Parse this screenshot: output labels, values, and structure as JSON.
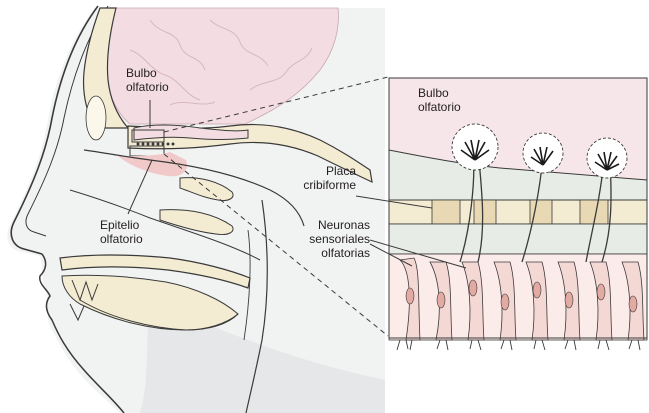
{
  "labels": {
    "bulbo_left_1": "Bulbo",
    "bulbo_left_2": "olfatorio",
    "epitelio_1": "Epitelio",
    "epitelio_2": "olfatorio",
    "bulbo_right_1": "Bulbo",
    "bulbo_right_2": "olfatorio",
    "placa_1": "Placa",
    "placa_2": "cribiforme",
    "neuronas_1": "Neuronas",
    "neuronas_2": "sensoriales",
    "neuronas_3": "olfatorias"
  },
  "colors": {
    "outline": "#3a3a3a",
    "brain": "#f3dde2",
    "bone": "#f4ecd2",
    "mucosa": "#f0c9c8",
    "cell": "#f4d8d4",
    "cell_nucleus": "#e3a9a3",
    "bulb_tissue": "#e7ece7",
    "cribriform_pad": "#e8d9b4",
    "glomerulus": "#1a1a1a",
    "skin": "#f1f2f2",
    "shadow": "#e6e7e8"
  }
}
